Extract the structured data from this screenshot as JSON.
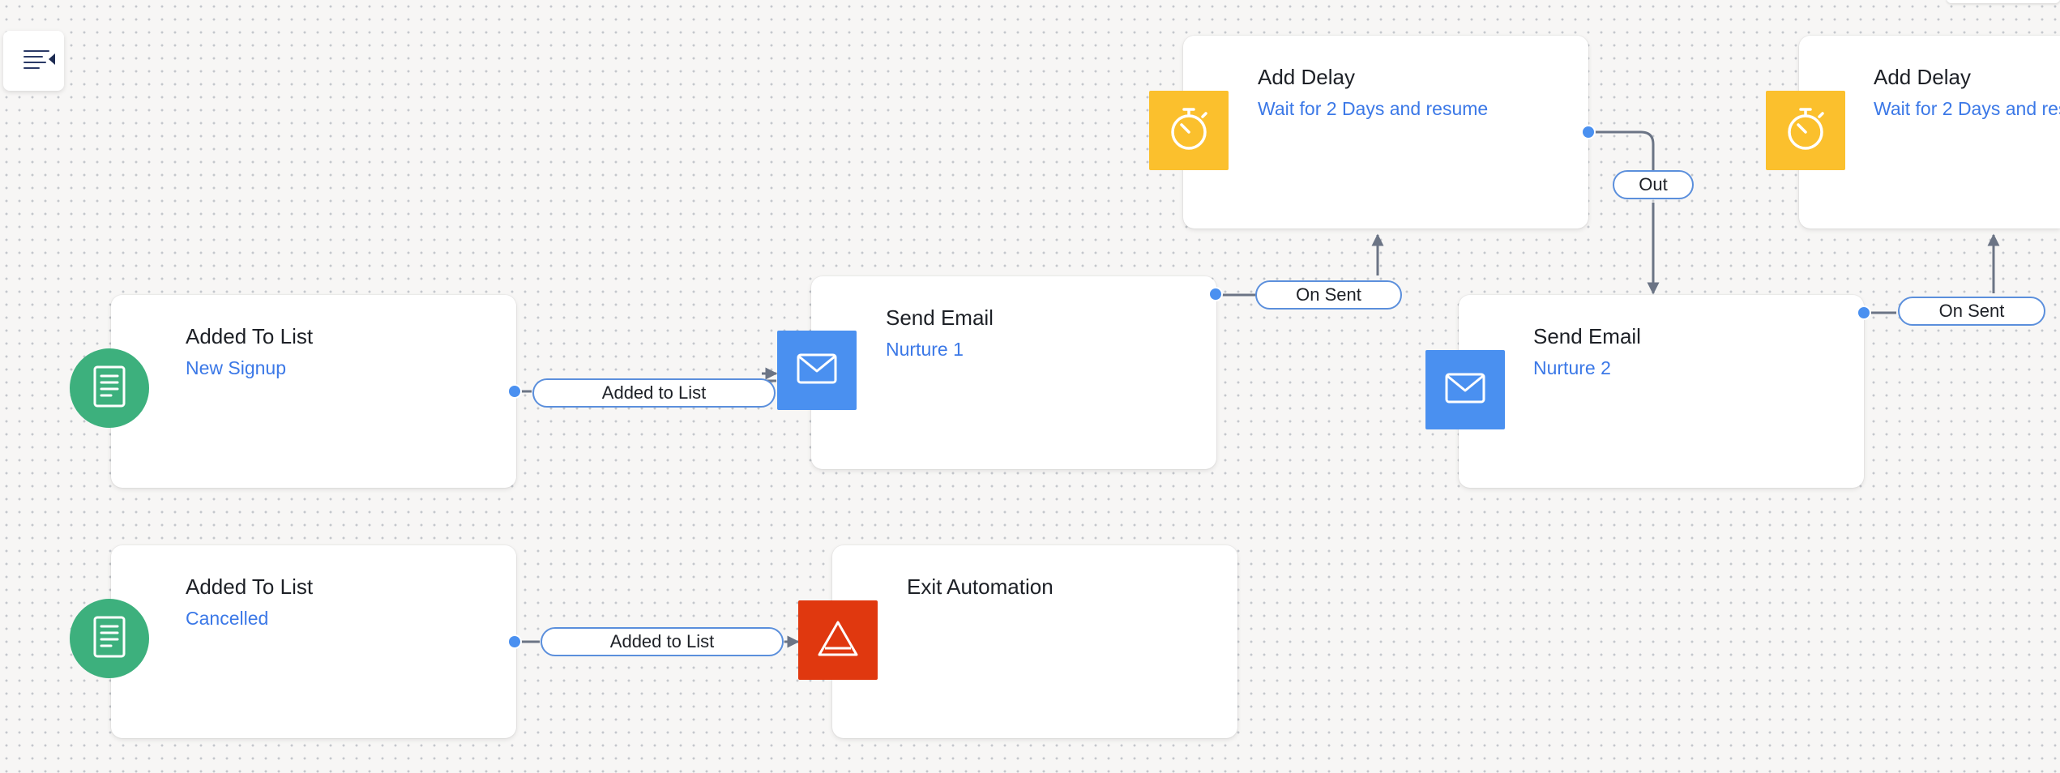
{
  "sidebar_toggle": {
    "icon": "menu-collapse-icon"
  },
  "nodes": {
    "trigger_new_signup": {
      "title": "Added To List",
      "subtitle": "New Signup",
      "icon": "list-document-icon",
      "color": "#3db07d"
    },
    "send_email_1": {
      "title": "Send Email",
      "subtitle": "Nurture 1",
      "icon": "envelope-icon",
      "color": "#4a90f0"
    },
    "delay_1": {
      "title": "Add Delay",
      "subtitle": "Wait for 2 Days and resume",
      "icon": "stopwatch-icon",
      "color": "#fbc02d"
    },
    "send_email_2": {
      "title": "Send Email",
      "subtitle": "Nurture 2",
      "icon": "envelope-icon",
      "color": "#4a90f0"
    },
    "delay_2": {
      "title": "Add Delay",
      "subtitle": "Wait for 2 Days and res",
      "icon": "stopwatch-icon",
      "color": "#fbc02d"
    },
    "trigger_cancelled": {
      "title": "Added To List",
      "subtitle": "Cancelled",
      "icon": "list-document-icon",
      "color": "#3db07d"
    },
    "exit_automation": {
      "title": "Exit Automation",
      "icon": "warning-triangle-icon",
      "color": "#e0380f"
    }
  },
  "edges": {
    "added_to_list_1": "Added to List",
    "on_sent_1": "On Sent",
    "out_1": "Out",
    "on_sent_2": "On Sent",
    "added_to_list_2": "Added to List"
  },
  "colors": {
    "connector": "#6b7485",
    "handle": "#4a90f0",
    "pill_border": "#5b8fdc",
    "subtitle": "#3b78e7"
  }
}
